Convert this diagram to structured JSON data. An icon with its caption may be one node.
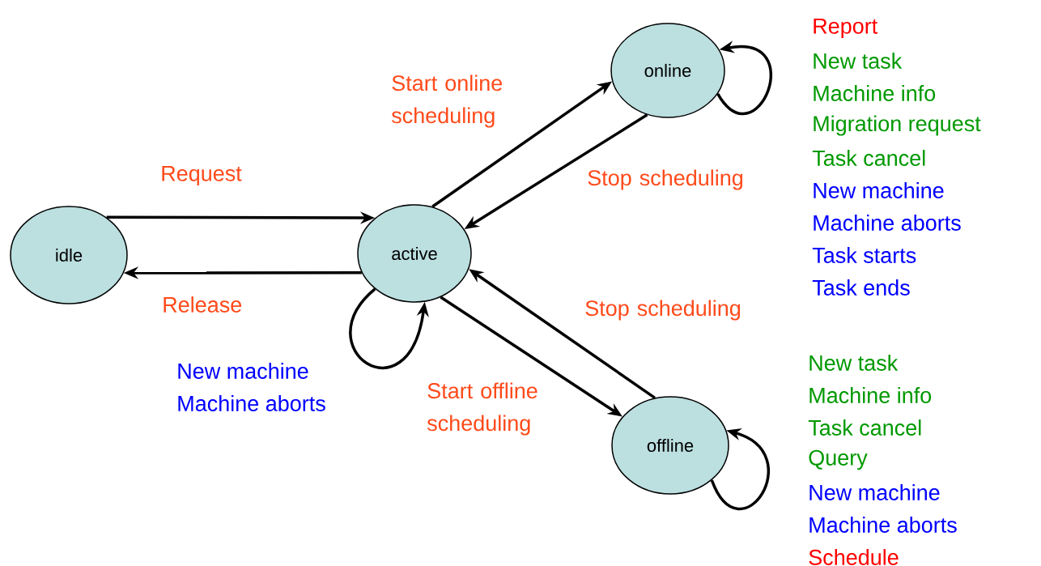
{
  "diagram": {
    "nodes": [
      {
        "text": [
          "idle"
        ]
      },
      {
        "text": [
          "active"
        ]
      },
      {
        "text": [
          "online"
        ]
      },
      {
        "text": [
          "offline"
        ]
      }
    ],
    "edges": [
      {
        "from": 0,
        "to": 1,
        "arrow": "to",
        "label": "Request"
      },
      {
        "from": 1,
        "to": 0,
        "arrow": "to",
        "label": "Release"
      },
      {
        "from": 1,
        "to": 1,
        "arrow": "to"
      },
      {
        "from": 1,
        "to": 2,
        "arrow": "to",
        "label": "Start online scheduling"
      },
      {
        "from": 2,
        "to": 1,
        "arrow": "to",
        "label": "Stop scheduling"
      },
      {
        "from": 2,
        "to": 2,
        "arrow": "to"
      },
      {
        "from": 1,
        "to": 3,
        "arrow": "to",
        "label": "Start offline scheduling"
      },
      {
        "from": 3,
        "to": 1,
        "arrow": "to",
        "label": "Stop scheduling"
      },
      {
        "from": 3,
        "to": 3,
        "arrow": "to"
      }
    ],
    "labels": [
      "Report",
      "New task",
      "Machine info",
      "Migration request",
      "Task cancel",
      "New machine",
      "Machine aborts",
      "Task starts",
      "Task ends",
      "New machine",
      "Machine aborts",
      "New task",
      "Machine info",
      "Task cancel",
      "Query",
      "New machine",
      "Machine aborts",
      "Schedule"
    ]
  }
}
